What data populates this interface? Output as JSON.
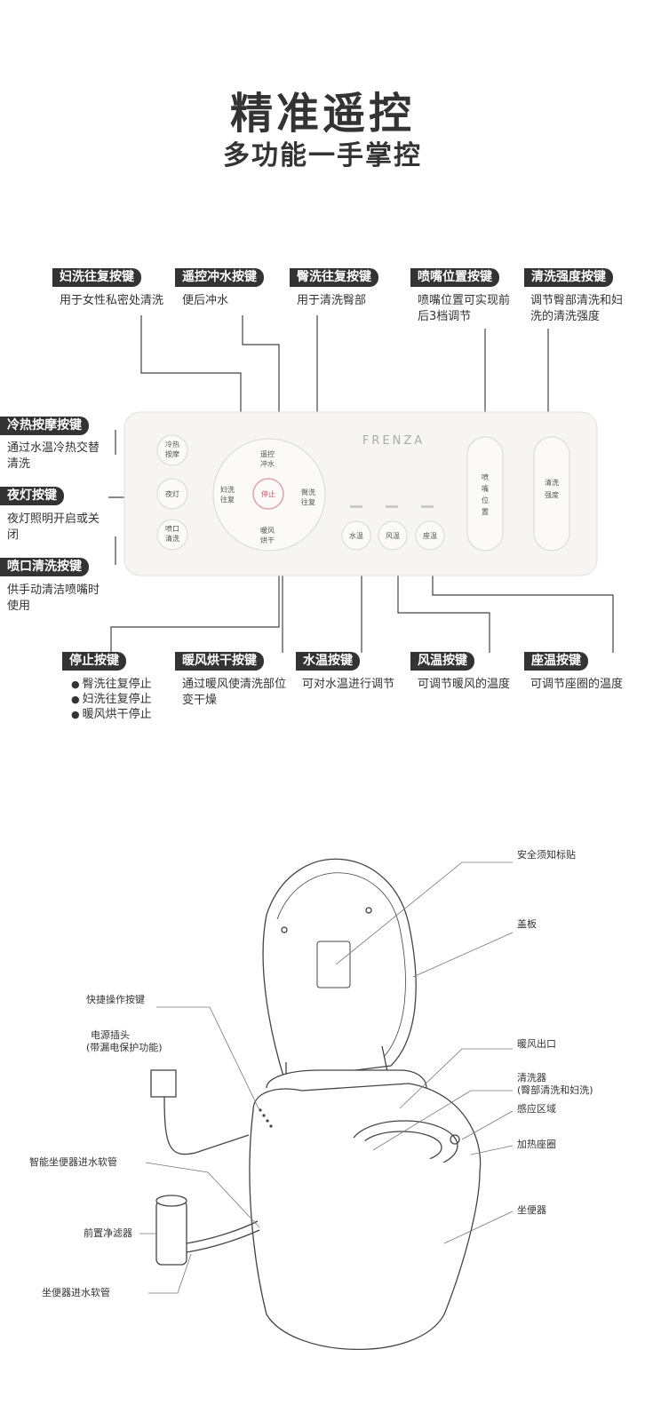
{
  "header": {
    "title": "精准遥控",
    "subtitle": "多功能一手掌控"
  },
  "remote": {
    "brand": "FRENZA",
    "buttons": {
      "cold_hot_massage": "冷热按摩",
      "night_light": "夜灯",
      "nozzle_clean": "喷口清洗",
      "remote_flush": "遥控冲水",
      "lady_wash": "妇洗往复",
      "stop": "停止",
      "hip_wash": "臀洗往复",
      "warm_dry": "暖风烘干",
      "water_temp": "水温",
      "air_temp": "风温",
      "seat_temp": "座温",
      "nozzle_position": "喷嘴位置",
      "wash_strength": "清洗强度"
    }
  },
  "callouts": {
    "lady_wash": {
      "tag": "妇洗往复按键",
      "desc": "用于女性私密处清洗"
    },
    "remote_flush": {
      "tag": "遥控冲水按键",
      "desc": "便后冲水"
    },
    "hip_wash": {
      "tag": "臀洗往复按键",
      "desc": "用于清洗臀部"
    },
    "nozzle_position": {
      "tag": "喷嘴位置按键",
      "desc": "喷嘴位置可实现前后3档调节"
    },
    "wash_strength": {
      "tag": "清洗强度按键",
      "desc": "调节臀部清洗和妇洗的清洗强度"
    },
    "cold_hot_massage": {
      "tag": "冷热按摩按键",
      "desc": "通过水温冷热交替清洗"
    },
    "night_light": {
      "tag": "夜灯按键",
      "desc": "夜灯照明开启或关闭"
    },
    "nozzle_clean": {
      "tag": "喷口清洗按键",
      "desc": "供手动清洁喷嘴时使用"
    },
    "stop": {
      "tag": "停止按键",
      "bullets": [
        "臀洗往复停止",
        "妇洗往复停止",
        "暖风烘干停止"
      ]
    },
    "warm_dry": {
      "tag": "暖风烘干按键",
      "desc": "通过暖风使清洗部位变干燥"
    },
    "water_temp": {
      "tag": "水温按键",
      "desc": "可对水温进行调节"
    },
    "air_temp": {
      "tag": "风温按键",
      "desc": "可调节暖风的温度"
    },
    "seat_temp": {
      "tag": "座温按键",
      "desc": "可调节座圈的温度"
    }
  },
  "toilet_labels": {
    "safety_sticker": "安全须知标贴",
    "cover": "盖板",
    "quick_buttons": "快捷操作按键",
    "power_plug": "电源插头",
    "power_plug_note": "(带漏电保护功能)",
    "warm_air_outlet": "暖风出口",
    "washer": "清洗器",
    "washer_note": "(臀部清洗和妇洗)",
    "sensor_area": "感应区域",
    "heated_seat": "加热座圈",
    "smart_seat_hose": "智能坐便器进水软管",
    "pre_filter": "前置净滤器",
    "bowl": "坐便器",
    "toilet_hose": "坐便器进水软管"
  }
}
